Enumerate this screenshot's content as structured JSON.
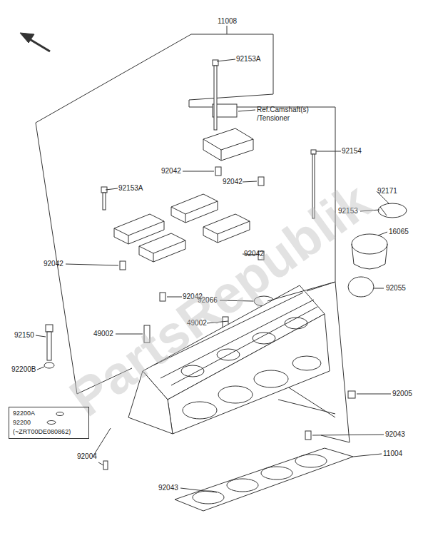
{
  "diagram": {
    "nodes": [
      {
        "text": [
          "92200A",
          "92200",
          "(~ZRT00DE080862)"
        ]
      }
    ],
    "labels": [
      "11008",
      "92153A",
      "Ref.Camshaft(s) /Tensioner",
      "92154",
      "92042",
      "92042",
      "92153A",
      "92171",
      "92153",
      "16065",
      "92042",
      "92042",
      "92042",
      "92066",
      "92055",
      "92150",
      "49002",
      "49002",
      "92200B",
      "92005",
      "92043",
      "11004",
      "92004",
      "92043",
      "PartsRepublik"
    ]
  }
}
